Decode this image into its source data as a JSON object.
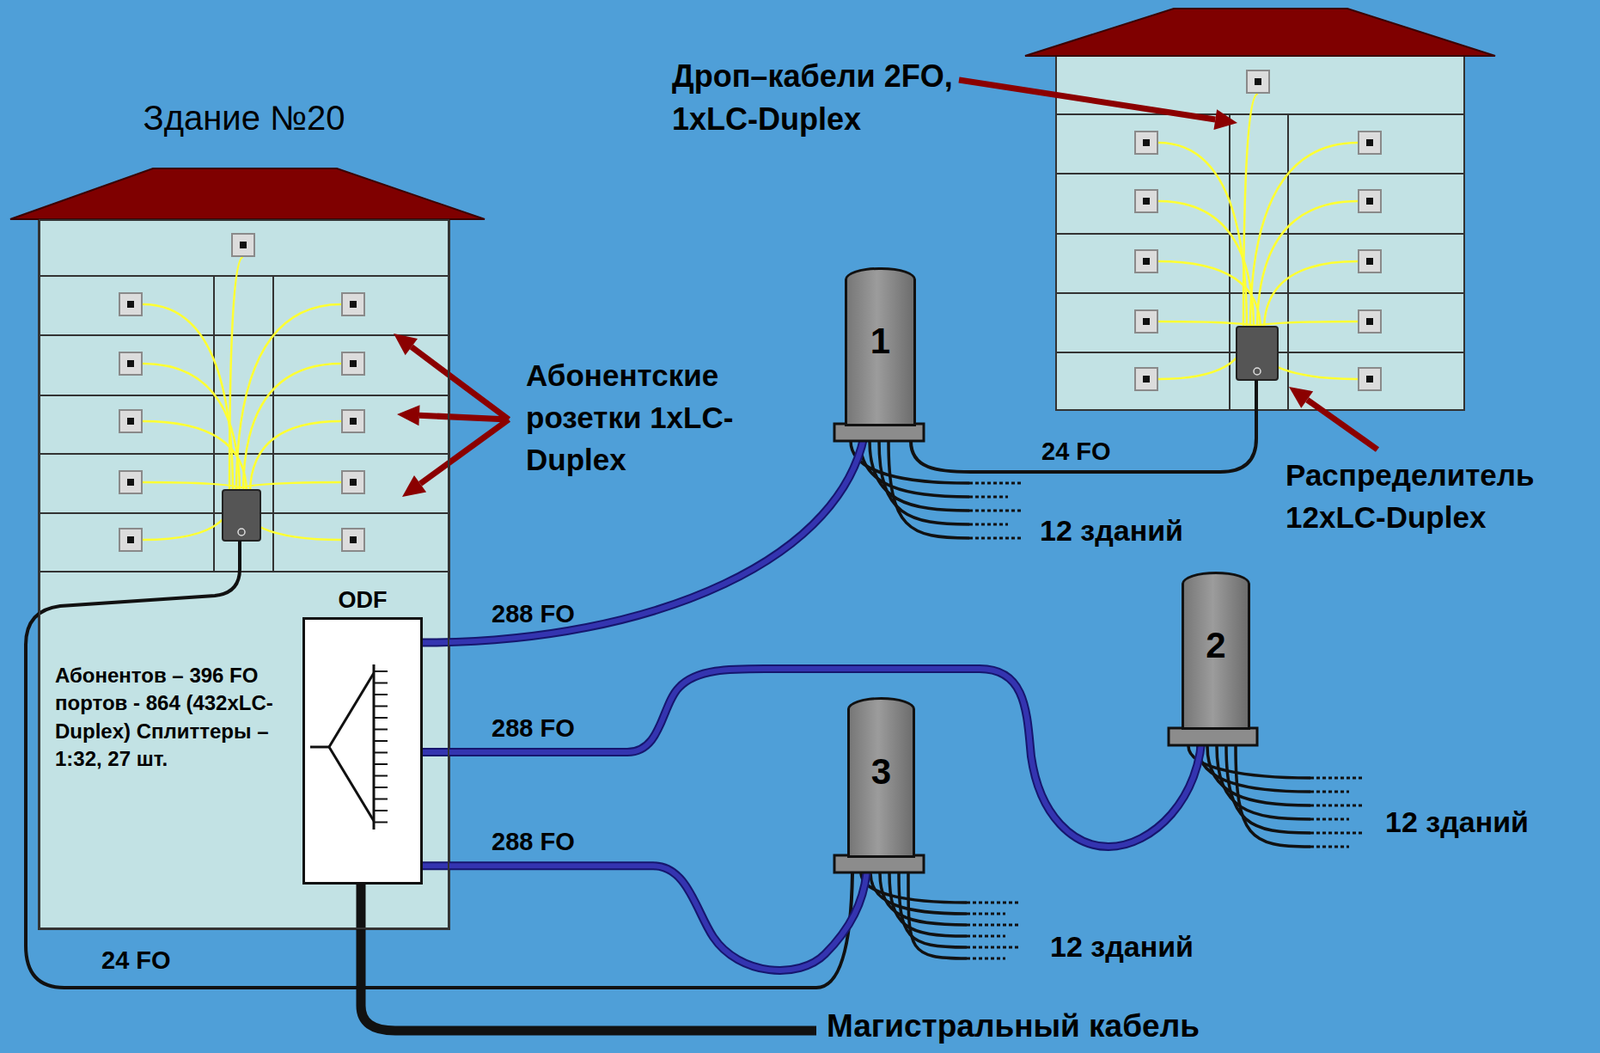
{
  "diagram": {
    "nodes": [
      {
        "text": [
          "Здание №20"
        ]
      },
      {
        "text": [
          "ODF"
        ],
        "in": 0
      },
      {
        "text": [
          "1"
        ]
      },
      {
        "text": [
          "2"
        ]
      },
      {
        "text": [
          "3"
        ]
      }
    ],
    "edges": [
      {
        "from": 1,
        "to": 2,
        "arrow": "none",
        "label": "288 FO"
      },
      {
        "from": 1,
        "to": 3,
        "arrow": "none",
        "label": "288 FO"
      },
      {
        "from": 1,
        "to": 4,
        "arrow": "none",
        "label": "288 FO"
      }
    ],
    "labels": [
      "Абонентские розетки 1xLC-Duplex",
      "Абонентов – 396 FO портов - 864 (432xLC-Duplex) Сплиттеры – 1:32, 27 шт.",
      "Дроп–кабели 2FO, 1xLC-Duplex",
      "Распределитель 12xLC-Duplex",
      "24 FO",
      "12 зданий",
      "12 зданий",
      "24 FO",
      "12 зданий",
      "Магистральный кабель"
    ]
  }
}
